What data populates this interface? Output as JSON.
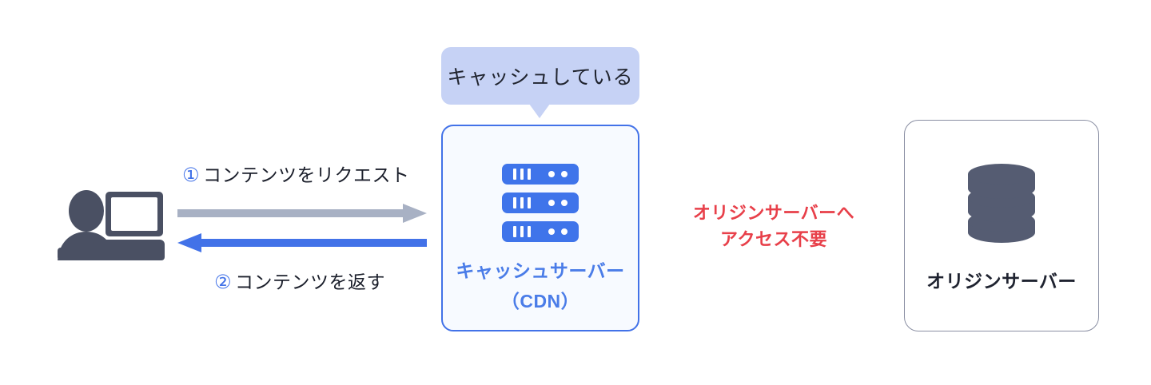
{
  "diagram": {
    "title": "CDN cache hit flow",
    "bubble": {
      "text": "キャッシュしている",
      "fill": "#c6d2f5"
    },
    "client": {
      "icon": "user-computer-icon",
      "color": "#4a5063"
    },
    "flows": [
      {
        "number": "①",
        "label": "コンテンツをリクエスト",
        "direction": "right",
        "color": "#a8b1c4"
      },
      {
        "number": "②",
        "label": "コンテンツを返す",
        "direction": "left",
        "color": "#4272e8"
      }
    ],
    "cache_node": {
      "icon": "server-rack-icon",
      "label_line1": "キャッシュサーバー",
      "label_line2": "（CDN）",
      "border_color": "#4272e8",
      "fill_color": "#f7faff",
      "text_color": "#4a7ce8",
      "icon_color": "#3f74ea"
    },
    "note": {
      "line1": "オリジンサーバーへ",
      "line2": "アクセス不要",
      "color": "#e8404a"
    },
    "origin_node": {
      "icon": "database-cylinder-icon",
      "label": "オリジンサーバー",
      "border_color": "#8a8fa3",
      "fill_color": "#ffffff",
      "text_color": "#1f2330",
      "icon_color": "#555c72"
    }
  }
}
